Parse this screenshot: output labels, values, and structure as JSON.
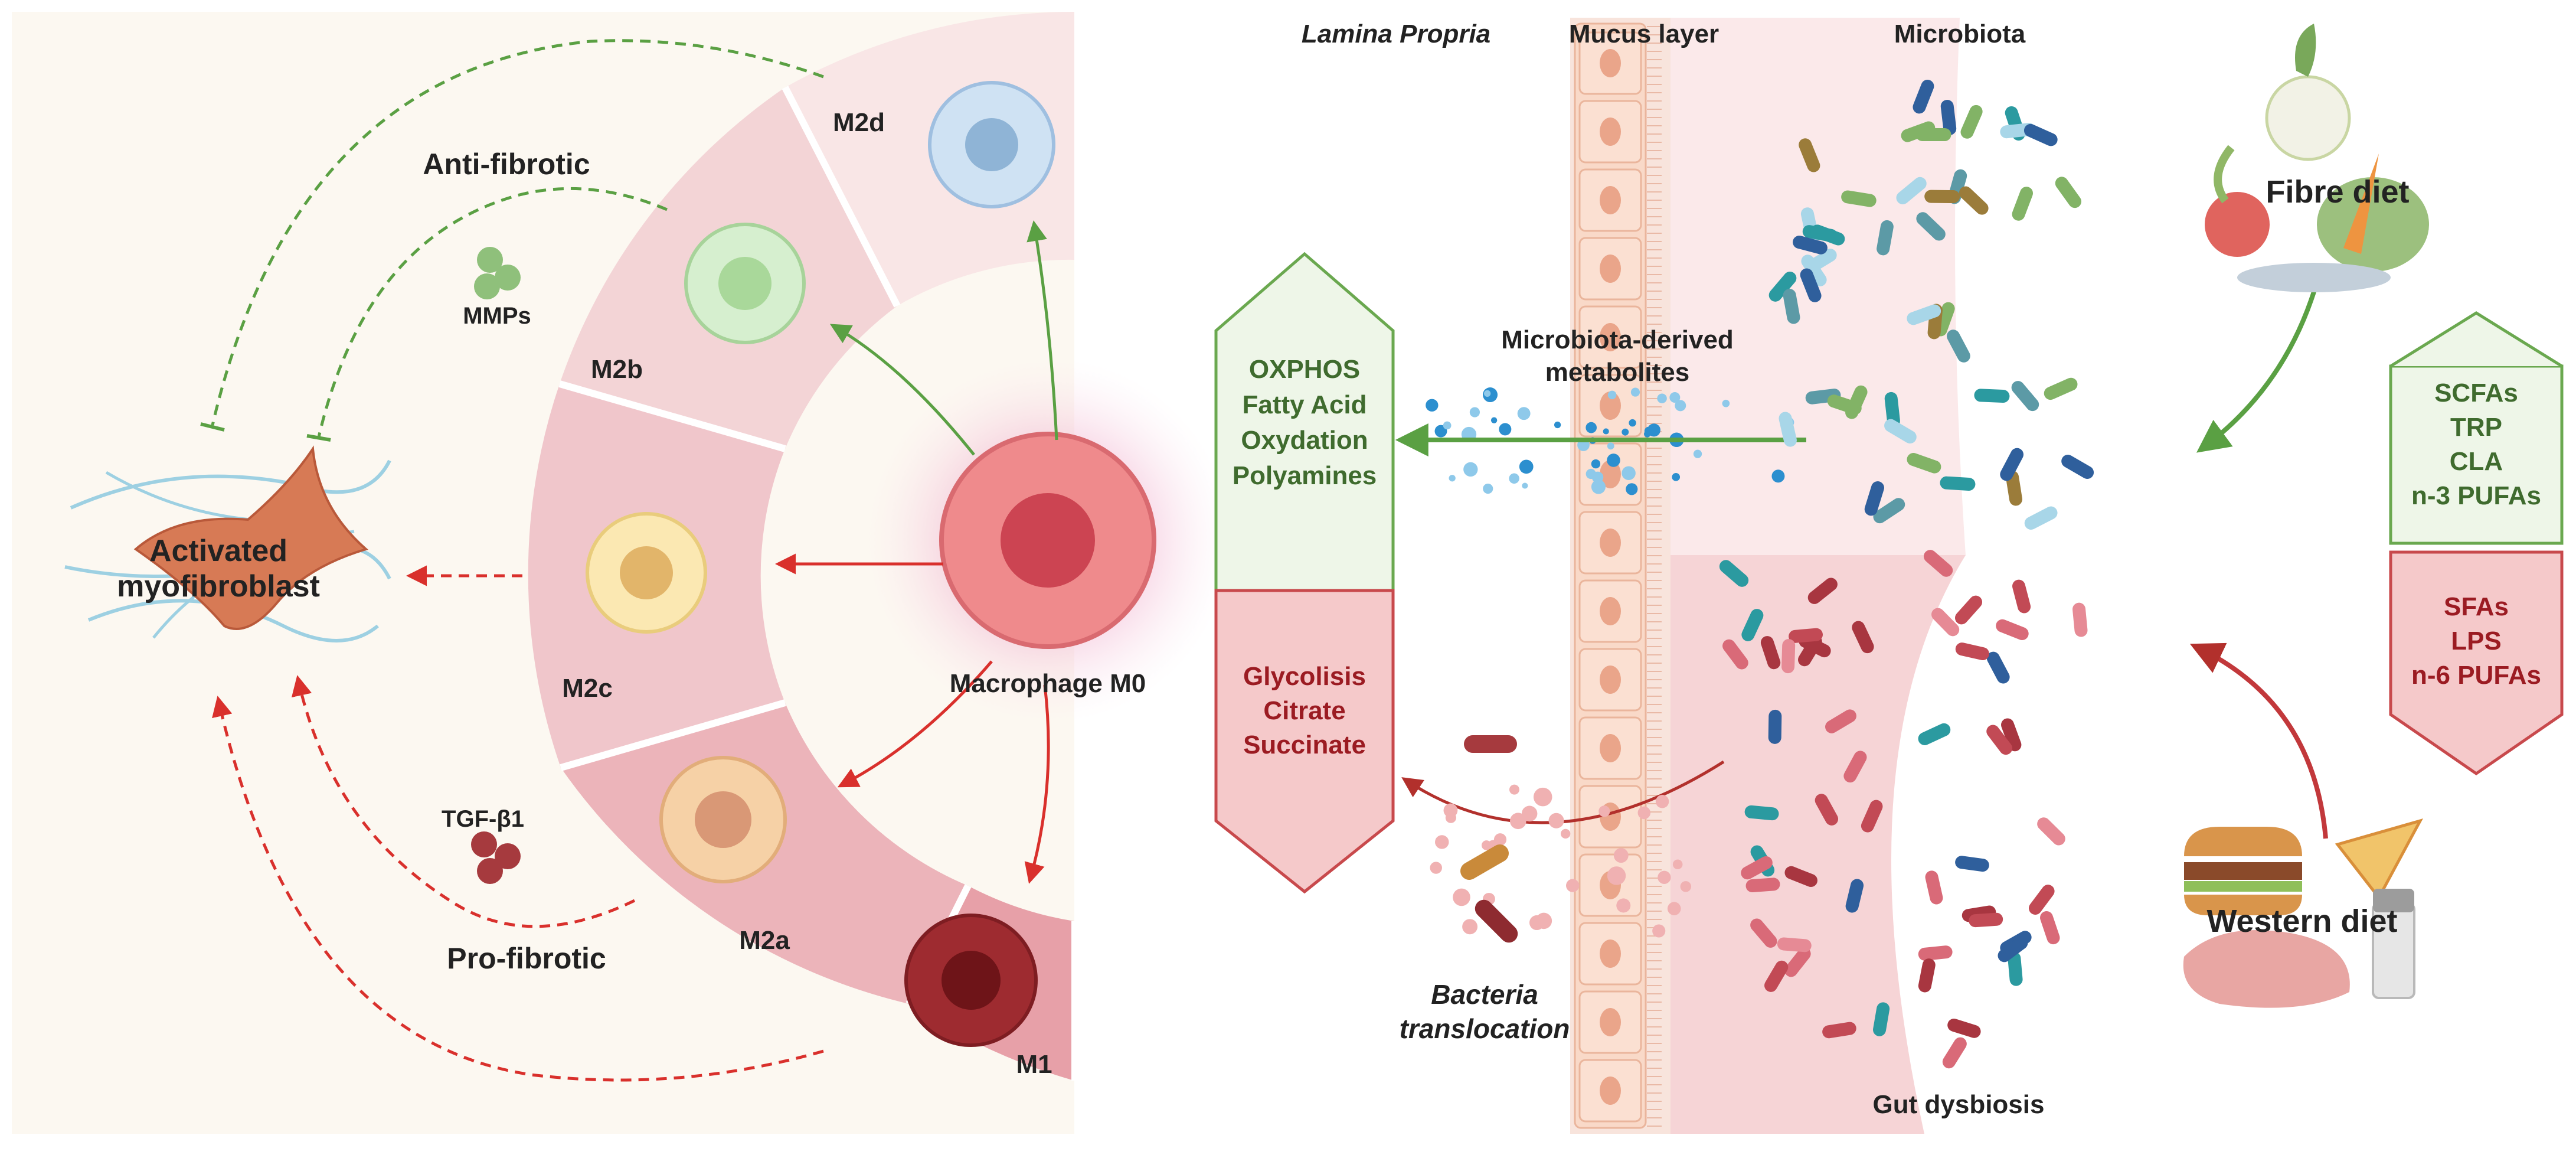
{
  "labels": {
    "lamina_propria": "Lamina Propria",
    "mucus_layer": "Mucus layer",
    "microbiota": "Microbiota",
    "anti_fibrotic": "Anti-fibrotic",
    "pro_fibrotic": "Pro-fibrotic",
    "mmps": "MMPs",
    "tgf": "TGF-β1",
    "myofibroblast_line1": "Activated",
    "myofibroblast_line2": "myofibroblast",
    "macrophage_m0": "Macrophage M0",
    "m2d": "M2d",
    "m2b": "M2b",
    "m2c": "M2c",
    "m2a": "M2a",
    "m1": "M1",
    "metabolites_line1": "Microbiota-derived",
    "metabolites_line2": "metabolites",
    "bacteria_line1": "Bacteria",
    "bacteria_line2": "translocation",
    "gut_dysbiosis": "Gut dysbiosis",
    "fibre_diet": "Fibre diet",
    "western_diet": "Western diet"
  },
  "green_box": [
    "OXPHOS",
    "Fatty Acid",
    "Oxydation",
    "Polyamines"
  ],
  "red_box": [
    "Glycolisis",
    "Citrate",
    "Succinate"
  ],
  "fibre_box": [
    "SCFAs",
    "TRP",
    "CLA",
    "n-3 PUFAs"
  ],
  "western_box": [
    "SFAs",
    "LPS",
    "n-6 PUFAs"
  ],
  "colors": {
    "green": "#5aa043",
    "red": "#d9302c",
    "dark_red": "#9b1b22",
    "band_light": "#f6e2e2",
    "band_mid": "#efc7cb",
    "band_dark": "#e79aa3"
  }
}
